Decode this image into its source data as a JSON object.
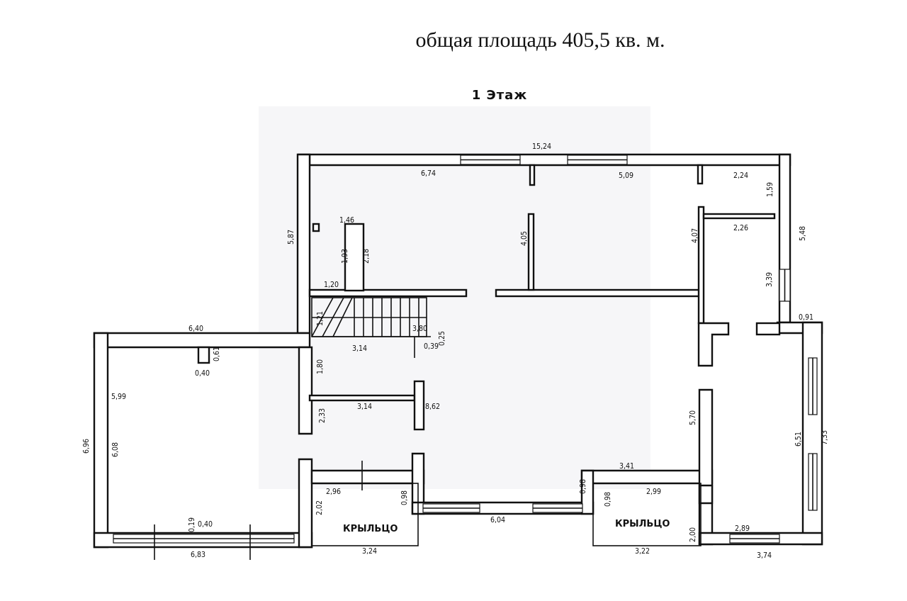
{
  "header": {
    "total_area": "общая площадь 405,5 кв. м."
  },
  "floor": {
    "title": "1 Этаж",
    "porch_label": "КРЫЛЬЦО",
    "dimensions": {
      "d1524": "15,24",
      "d674": "6,74",
      "d509": "5,09",
      "d224": "2,24",
      "d159": "1,59",
      "d548": "5,48",
      "d226": "2,26",
      "d407": "4,07",
      "d405": "4,05",
      "d587": "5,87",
      "d146": "1,46",
      "d193": "1,93",
      "d218": "2,18",
      "d120": "1,20",
      "d121": "1,21",
      "d380": "3,80",
      "d025": "0,25",
      "d039": "0,39",
      "d314a": "3,14",
      "d640": "6,40",
      "d061": "0,61",
      "d040a": "0,40",
      "d180": "1,80",
      "d599": "5,99",
      "d314b": "3,14",
      "d862": "8,62",
      "d233": "2,33",
      "d696": "6,96",
      "d608": "6,08",
      "d339": "3,39",
      "d091": "0,91",
      "d570": "5,70",
      "d651": "6,51",
      "d733": "7,33",
      "d341": "3,41",
      "d098a": "0,98",
      "d296": "2,96",
      "d098b": "0,98",
      "d202": "2,02",
      "d604": "6,04",
      "d098c": "0,98",
      "d299": "2,99",
      "d019": "0,19",
      "d040b": "0,40",
      "d683": "6,83",
      "d324": "3,24",
      "d322": "3,22",
      "d200": "2,00",
      "d289": "2,89",
      "d374": "3,74"
    }
  }
}
